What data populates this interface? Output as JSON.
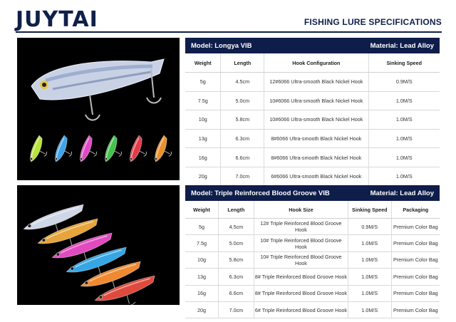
{
  "header": {
    "brand": "JUYTAI",
    "title": "FISHING LURE SPECIFICATIONS"
  },
  "products": [
    {
      "model_label": "Model:  Longya VIB",
      "material_label": "Material:  Lead Alloy",
      "columns": [
        "Weight",
        "Length",
        "Hook Configuration",
        "Sinking Speed"
      ],
      "rows": [
        [
          "5g",
          "4.5cm",
          "12#6066 Ultra-smooth Black Nickel Hook",
          "0.9M/S"
        ],
        [
          "7.5g",
          "5.0cm",
          "10#6066 Ultra-smooth Black Nickel Hook",
          "1.0M/S"
        ],
        [
          "10g",
          "5.8cm",
          "10#6066 Ultra-smooth Black Nickel Hook",
          "1.0M/S"
        ],
        [
          "13g",
          "6.3cm",
          "8#6066 Ultra-smooth Black Nickel Hook",
          "1.0M/S"
        ],
        [
          "16g",
          "6.6cm",
          "8#6066 Ultra-smooth Black Nickel Hook",
          "1.0M/S"
        ],
        [
          "20g",
          "7.0cm",
          "6#6066 Ultra-smooth Black Nickel Hook",
          "1.0M/S"
        ]
      ],
      "lure_colors": [
        "#b7e33c",
        "#3fa3e8",
        "#e04bc3",
        "#44c24a",
        "#e33a4a",
        "#e8902c"
      ]
    },
    {
      "model_label": "Model:  Triple Reinforced Blood Groove VIB",
      "material_label": "Material:  Lead Alloy",
      "columns": [
        "Weight",
        "Length",
        "Hook Size",
        "Sinking Speed",
        "Packaging"
      ],
      "rows": [
        [
          "5g",
          "4.5cm",
          "12# Triple Reinforced Blood Groove Hook",
          "0.9M/S",
          "Premium Color Bag"
        ],
        [
          "7.5g",
          "5.0cm",
          "10# Triple Reinforced Blood Groove Hook",
          "1.0M/S",
          "Premium Color Bag"
        ],
        [
          "10g",
          "5.8cm",
          "10# Triple Reinforced Blood Groove Hook",
          "1.0M/S",
          "Premium Color Bag"
        ],
        [
          "13g",
          "6.3cm",
          "8# Triple Reinforced Blood Groove Hook",
          "1.0M/S",
          "Premium Color Bag"
        ],
        [
          "16g",
          "6.6cm",
          "8# Triple Reinforced Blood Groove Hook",
          "1.0M/S",
          "Premium Color Bag"
        ],
        [
          "20g",
          "7.0cm",
          "6# Triple Reinforced Blood Groove Hook",
          "1.0M/S",
          "Premium Color Bag"
        ]
      ],
      "lure_colors": [
        "#cfd6e6",
        "#e6a43a",
        "#e24bc0",
        "#35a6e6",
        "#f08a30",
        "#e04a3c"
      ]
    }
  ]
}
